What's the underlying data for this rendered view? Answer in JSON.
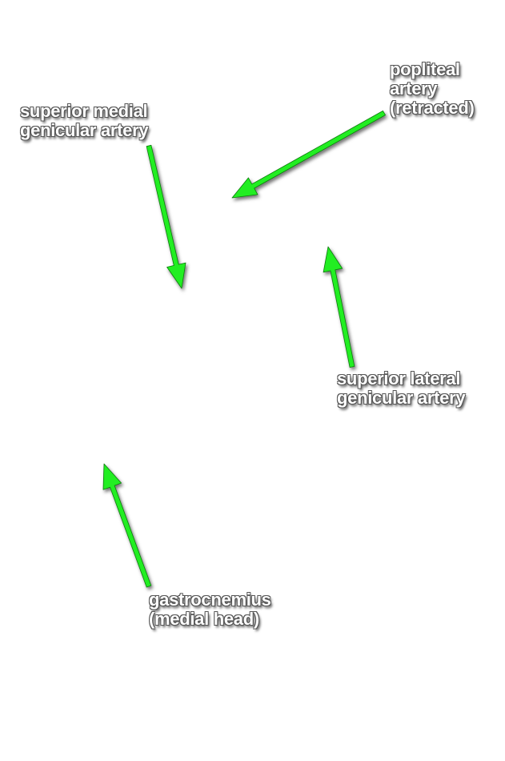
{
  "labels": {
    "popliteal": [
      "popliteal",
      "artery",
      "(retracted)"
    ],
    "superior_medial": [
      "superior medial",
      "genicular artery"
    ],
    "superior_lateral": [
      "superior lateral",
      "genicular artery"
    ],
    "gastrocnemius": [
      "gastrocnemius",
      "(medial head)"
    ]
  },
  "colors": {
    "arrow": "#22ee22",
    "arrow_outline": "#0a7a0a",
    "label_text": "#ffffff",
    "background": "#ffffff"
  }
}
